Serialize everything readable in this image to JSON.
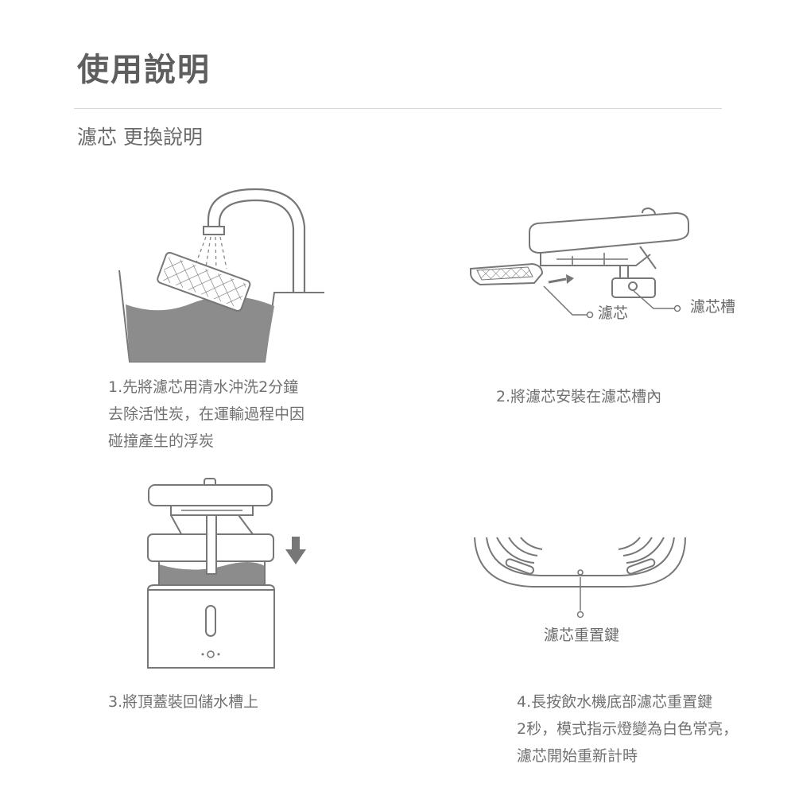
{
  "header": {
    "title": "使用說明",
    "subtitle": "濾芯 更換說明"
  },
  "steps": [
    {
      "lines": [
        "1.先將濾芯用清水沖洗2分鐘",
        "去除活性炭，在運輸過程中因",
        "碰撞產生的浮炭"
      ]
    },
    {
      "lines": [
        "2.將濾芯安裝在濾芯槽內"
      ],
      "callouts": {
        "filter": "濾芯",
        "slot": "濾芯槽"
      }
    },
    {
      "lines": [
        "3.將頂蓋裝回儲水槽上"
      ]
    },
    {
      "lines": [
        "4.長按飲水機底部濾芯重置鍵",
        "2秒，模式指示燈變為白色常亮，",
        "濾芯開始重新計時"
      ],
      "callouts": {
        "reset": "濾芯重置鍵"
      }
    }
  ],
  "colors": {
    "line": "#777777",
    "water": "#8c8c8c",
    "text": "#707070"
  }
}
